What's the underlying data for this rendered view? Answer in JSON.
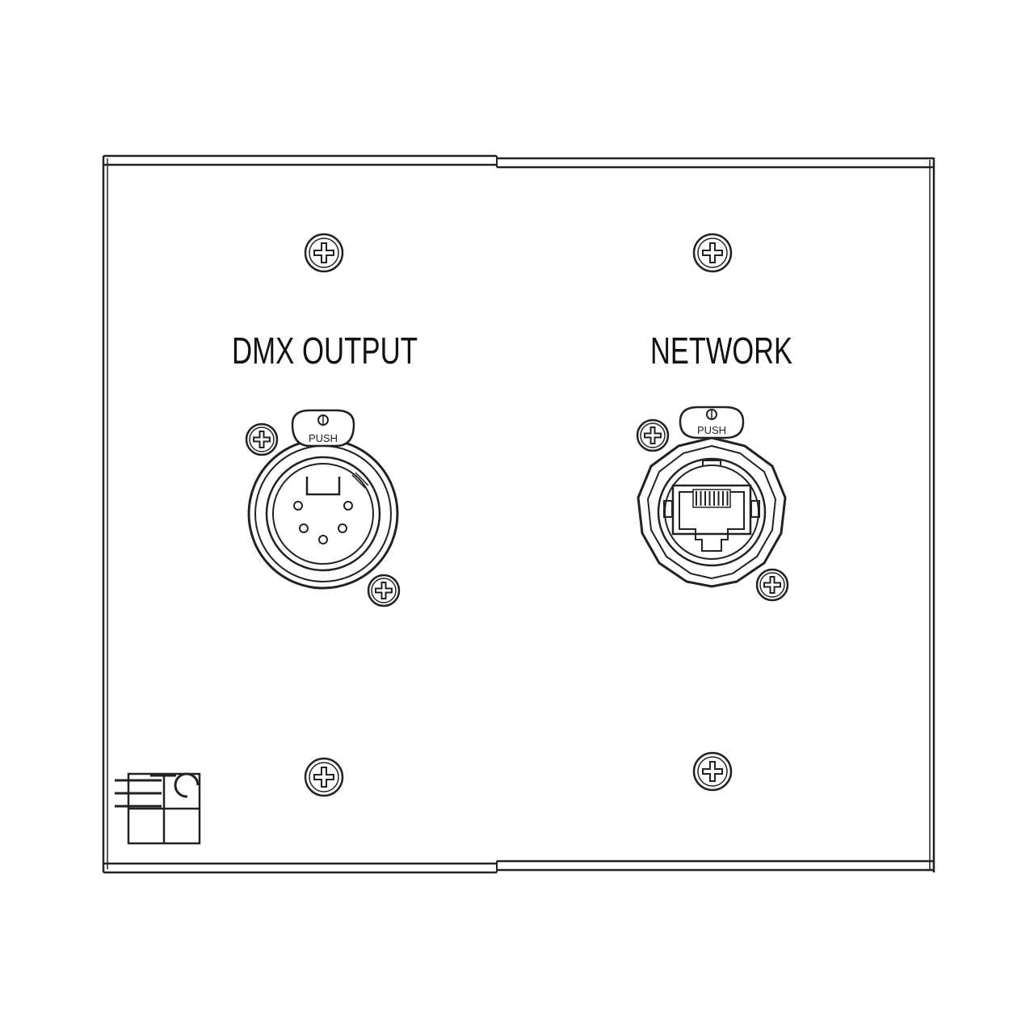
{
  "panel": {
    "left_label": "DMX OUTPUT",
    "right_label": "NETWORK",
    "push_label": "PUSH",
    "logo": "ETC",
    "line_color": "#222222",
    "background": "#ffffff"
  },
  "icons": {
    "screw": "phillips-screw-icon",
    "xlr": "xlr-5pin-female-connector-icon",
    "rj45": "rj45-ethercon-connector-icon",
    "logo": "etc-logo-icon"
  }
}
